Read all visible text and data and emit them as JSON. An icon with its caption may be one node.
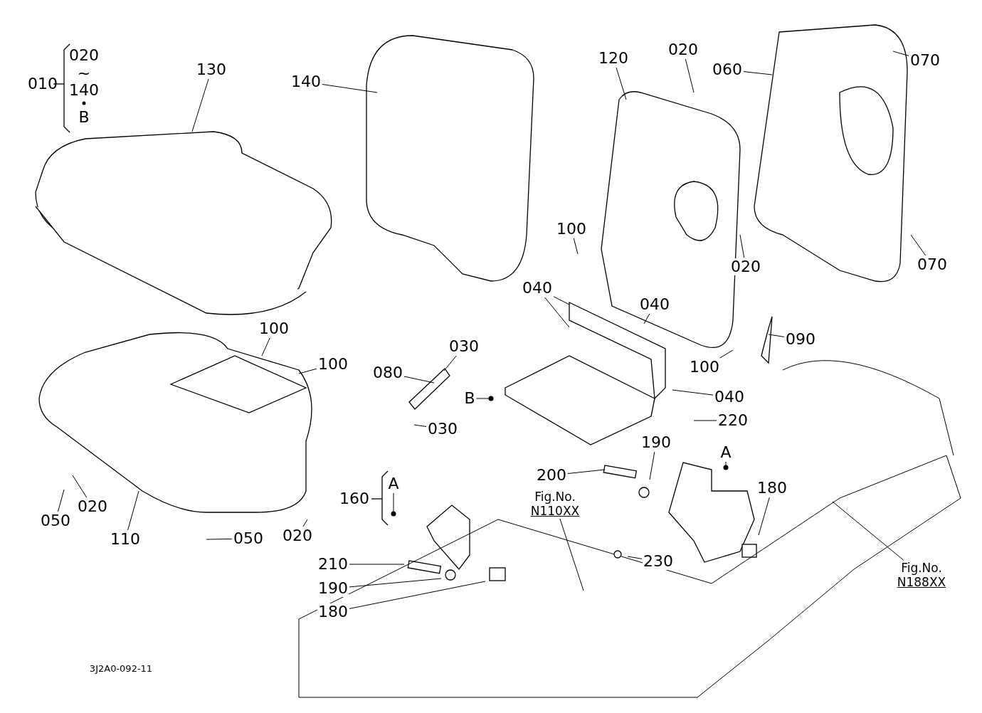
{
  "diagram": {
    "nodes": [
      {
        "text": [
          "130"
        ]
      },
      {
        "text": [
          "140"
        ]
      },
      {
        "text": [
          "120"
        ]
      },
      {
        "text": [
          "020"
        ]
      },
      {
        "text": [
          "060"
        ]
      },
      {
        "text": [
          "070"
        ]
      },
      {
        "text": [
          "100"
        ]
      },
      {
        "text": [
          "020"
        ]
      },
      {
        "text": [
          "070"
        ]
      },
      {
        "text": [
          "040"
        ]
      },
      {
        "text": [
          "040"
        ]
      },
      {
        "text": [
          "090"
        ]
      },
      {
        "text": [
          "100"
        ]
      },
      {
        "text": [
          "100"
        ]
      },
      {
        "text": [
          "030"
        ]
      },
      {
        "text": [
          "080"
        ]
      },
      {
        "text": [
          "B"
        ]
      },
      {
        "text": [
          "100"
        ]
      },
      {
        "text": [
          "040"
        ]
      },
      {
        "text": [
          "220"
        ]
      },
      {
        "text": [
          "030"
        ]
      },
      {
        "text": [
          "190"
        ]
      },
      {
        "text": [
          "A"
        ]
      },
      {
        "text": [
          "200"
        ]
      },
      {
        "text": [
          "180"
        ]
      },
      {
        "text": [
          "A"
        ]
      },
      {
        "text": [
          "Fig.No.",
          "N110XX"
        ]
      },
      {
        "text": [
          "050"
        ]
      },
      {
        "text": [
          "020"
        ]
      },
      {
        "text": [
          "110"
        ]
      },
      {
        "text": [
          "020"
        ]
      },
      {
        "text": [
          "050"
        ]
      },
      {
        "text": [
          "230"
        ]
      },
      {
        "text": [
          "210"
        ]
      },
      {
        "text": [
          "190"
        ]
      },
      {
        "text": [
          "180"
        ]
      },
      {
        "text": [
          "Fig.No.",
          "N188XX"
        ]
      }
    ],
    "edges": [
      {
        "from": 0,
        "to": null,
        "arrow": "none"
      },
      {
        "from": 1,
        "to": null,
        "arrow": "none"
      },
      {
        "from": 2,
        "to": null,
        "arrow": "none"
      },
      {
        "from": 3,
        "to": null,
        "arrow": "none"
      },
      {
        "from": 4,
        "to": null,
        "arrow": "none"
      },
      {
        "from": 5,
        "to": null,
        "arrow": "none"
      },
      {
        "from": 6,
        "to": null,
        "arrow": "none"
      },
      {
        "from": 7,
        "to": null,
        "arrow": "none"
      },
      {
        "from": 8,
        "to": null,
        "arrow": "none"
      },
      {
        "from": 9,
        "to": null,
        "arrow": "none"
      },
      {
        "from": 9,
        "to": null,
        "arrow": "none"
      },
      {
        "from": 10,
        "to": null,
        "arrow": "none"
      },
      {
        "from": 11,
        "to": null,
        "arrow": "none"
      },
      {
        "from": 12,
        "to": null,
        "arrow": "none"
      },
      {
        "from": 13,
        "to": null,
        "arrow": "none"
      },
      {
        "from": 14,
        "to": null,
        "arrow": "none"
      },
      {
        "from": 15,
        "to": null,
        "arrow": "none"
      },
      {
        "from": 16,
        "to": null,
        "arrow": "other"
      },
      {
        "from": 17,
        "to": null,
        "arrow": "none"
      },
      {
        "from": 18,
        "to": null,
        "arrow": "none"
      },
      {
        "from": 19,
        "to": null,
        "arrow": "none"
      },
      {
        "from": 20,
        "to": null,
        "arrow": "none"
      },
      {
        "from": 21,
        "to": null,
        "arrow": "none"
      },
      {
        "from": 22,
        "to": null,
        "arrow": "other"
      },
      {
        "from": 23,
        "to": null,
        "arrow": "none"
      },
      {
        "from": 24,
        "to": null,
        "arrow": "none"
      },
      {
        "from": 25,
        "to": null,
        "arrow": "other"
      },
      {
        "from": 26,
        "to": null,
        "arrow": "none"
      },
      {
        "from": 27,
        "to": null,
        "arrow": "none"
      },
      {
        "from": 28,
        "to": null,
        "arrow": "none"
      },
      {
        "from": 29,
        "to": null,
        "arrow": "none"
      },
      {
        "from": 30,
        "to": null,
        "arrow": "none"
      },
      {
        "from": 31,
        "to": null,
        "arrow": "none"
      },
      {
        "from": 32,
        "to": null,
        "arrow": "none"
      },
      {
        "from": 33,
        "to": null,
        "arrow": "none"
      },
      {
        "from": 34,
        "to": null,
        "arrow": "none"
      },
      {
        "from": 35,
        "to": null,
        "arrow": "none"
      },
      {
        "from": 36,
        "to": null,
        "arrow": "none"
      }
    ],
    "labels": [
      "010",
      "020",
      "~",
      "140",
      "B",
      "160",
      "3J2A0-092-11"
    ]
  }
}
